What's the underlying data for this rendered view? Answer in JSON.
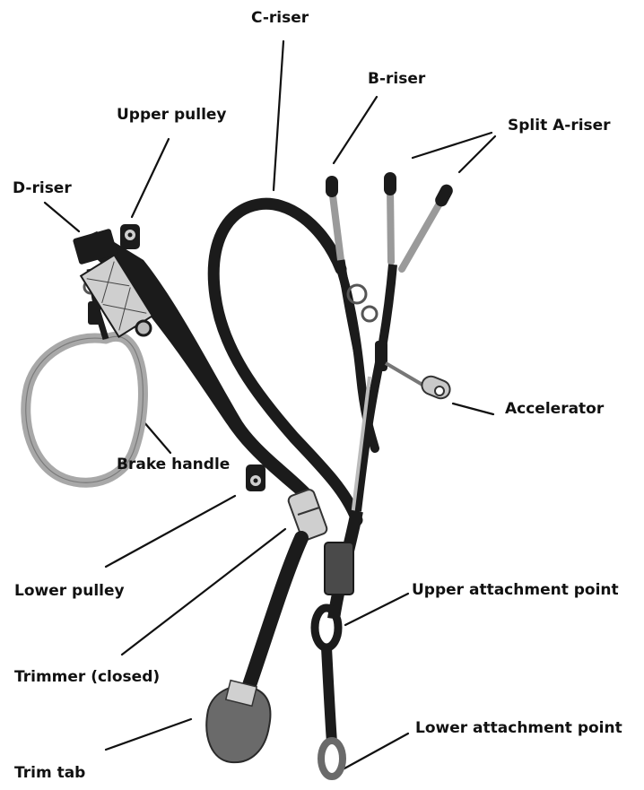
{
  "labels": {
    "c_riser": "C-riser",
    "b_riser": "B-riser",
    "upper_pulley": "Upper pulley",
    "split_a_riser": "Split A-riser",
    "d_riser": "D-riser",
    "accelerator": "Accelerator",
    "brake_handle": "Brake handle",
    "lower_pulley": "Lower pulley",
    "upper_attachment_point": "Upper attachment point",
    "trimmer_closed": "Trimmer (closed)",
    "lower_attachment_point": "Lower attachment point",
    "trim_tab": "Trim tab"
  },
  "colors": {
    "webbing": "#1b1b1b",
    "line": "#111111",
    "brake_loop": "#a8a8a8",
    "a_riser_grey": "#9a9a9a",
    "metal": "#c9c9c9",
    "trim_tab": "#6a6a6a",
    "sleeve": "#4a4a4a"
  }
}
